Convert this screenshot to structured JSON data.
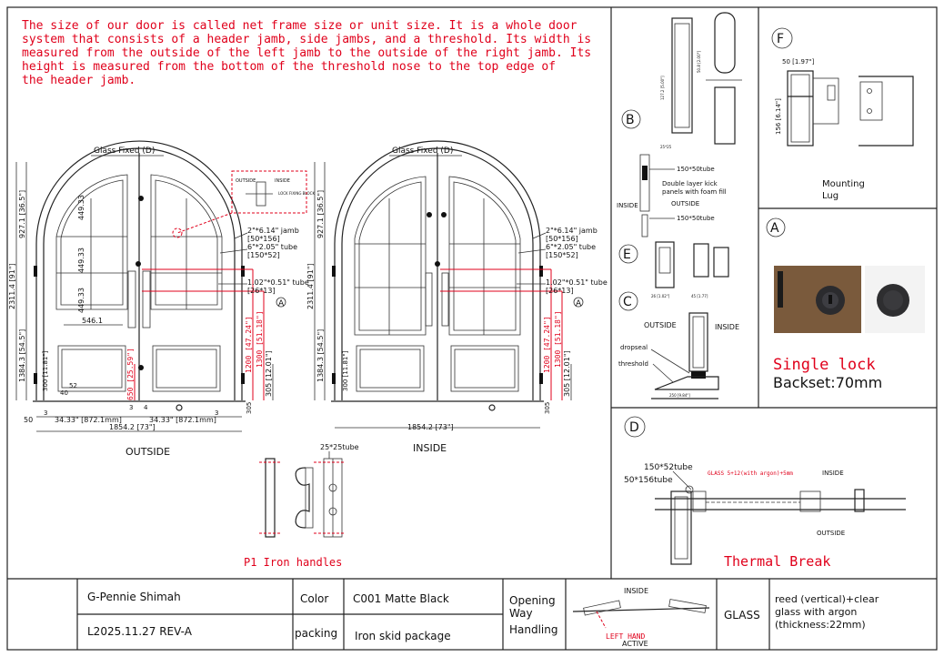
{
  "note": "The size of our door is called net frame size or unit size. It is a whole door system that consists of a header jamb, side jambs, and a threshold. Its width is measured from the outside of the left jamb to the outside of the right jamb. Its height is measured from the bottom of the threshold nose to the top edge of the header jamb.",
  "note_lines": [
    "The size of our door is called net frame size or unit size. It is a whole door",
    "system that consists of a header jamb, side jambs, and a threshold. Its width is",
    "measured from the outside of the left jamb to the outside of the right jamb. Its",
    "height is measured from the bottom of the threshold nose to the top edge of",
    "the header jamb."
  ],
  "outside_view": {
    "title": "OUTSIDE",
    "glass_label": "Glass Fixed (D)",
    "dims_left": [
      "2311.4 [91\"]",
      "927.1 [36.5\"]",
      "1384.3 [54.5\"]",
      "300 [11.81\"]"
    ],
    "dims_grid": [
      "449.33",
      "449.33",
      "449.33",
      "546.1"
    ],
    "small_dims": [
      "40",
      "52",
      "3",
      "4"
    ],
    "dims_bottom": [
      "50",
      "34.33\" [872.1mm]",
      "34.33\" [872.1mm]",
      "1854.2 [73\"]",
      "3",
      "3"
    ],
    "dims_right_red": [
      "650 [25.59\"]",
      "1200 [47.24\"]",
      "1300 [51.18\"]"
    ],
    "dims_right_black": [
      "305 [12.01\"]",
      "305"
    ],
    "callouts": [
      "2\"*6.14\" jamb",
      "[50*156]",
      "6\"*2.05\" tube",
      "[150*52]",
      "1.02\"*0.51\" tube",
      "[26*13]"
    ],
    "inset_labels": [
      "OUTSIDE",
      "INSIDE",
      "LOCK FIXING BLOCK"
    ],
    "marker": "A"
  },
  "inside_view": {
    "title": "INSIDE",
    "glass_label": "Glass Fixed (D)",
    "dims_left": [
      "2311.4 [91\"]",
      "927.1 [36.5\"]",
      "1384.3 [54.5\"]",
      "300 [11.81\"]"
    ],
    "dims_bottom": [
      "1854.2 [73\"]"
    ],
    "dims_right_red": [
      "1200 [47.24\"]",
      "1300 [51.18\"]"
    ],
    "dims_right_black": [
      "305 [12.01\"]",
      "305"
    ],
    "callouts": [
      "2\"*6.14\" jamb",
      "[50*156]",
      "6\"*2.05\" tube",
      "[150*52]",
      "1.02\"*0.51\" tube",
      "[26*13]"
    ],
    "marker": "A"
  },
  "handles": {
    "label": "P1 Iron handles",
    "tube_label": "25*25tube"
  },
  "section_b": {
    "marker": "B",
    "labels": [
      "150*50tube",
      "Double layer kick",
      "panels with foam fill",
      "INSIDE",
      "OUTSIDE",
      "150*50tube"
    ]
  },
  "section_e": {
    "marker": "E"
  },
  "section_c": {
    "marker": "C",
    "labels": [
      "OUTSIDE",
      "INSIDE",
      "dropseal",
      "threshold"
    ]
  },
  "section_f": {
    "marker": "F",
    "label": "Mounting Lug",
    "label_lines": [
      "Mounting",
      "Lug"
    ],
    "dims": [
      "50 [1.97\"]",
      "156 [6.14\"]"
    ]
  },
  "section_a": {
    "marker": "A",
    "label": "Single lock",
    "backset": "Backset:70mm"
  },
  "section_d": {
    "marker": "D",
    "labels": [
      "150*52tube",
      "50*156tube",
      "GLASS 5+12(with argon)+5mm",
      "INSIDE",
      "OUTSIDE"
    ],
    "title": "Thermal Break"
  },
  "title_block": {
    "customer": "G-Pennie Shimah",
    "revision": "L2025.11.27 REV-A",
    "color_label": "Color",
    "color_value": "C001 Matte Black",
    "packing_label": "packing",
    "packing_value": "Iron skid package",
    "opening_label": "Opening Way Handling",
    "opening_lines": [
      "Opening",
      "Way",
      "Handling"
    ],
    "inside_label": "INSIDE",
    "active_label": "LEFT HAND ACTIVE",
    "active_lines": [
      "LEFT HAND",
      "ACTIVE"
    ],
    "glass_label": "GLASS",
    "glass_value": "reed (vertical)+clear glass with argon (thickness:22mm)",
    "glass_lines": [
      "reed (vertical)+clear",
      "glass with argon",
      "(thickness:22mm)"
    ]
  },
  "colors": {
    "red": "#e0001b",
    "line": "#222222",
    "lock_bg": "#7a5a3c"
  },
  "icons": [
    "lock-cylinder-icon",
    "lock-knob-icon"
  ]
}
